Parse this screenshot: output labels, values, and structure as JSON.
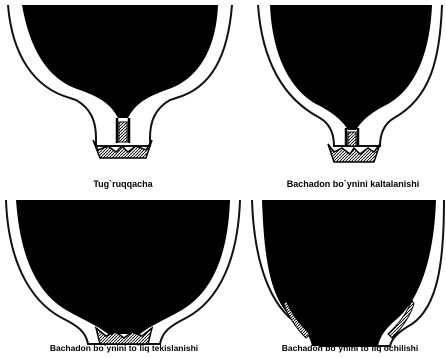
{
  "panels": [
    {
      "caption": "Tug`ruqqacha"
    },
    {
      "caption": "Bachadon bo`ynini kaltalanishi"
    },
    {
      "caption": "Bachadon bo`ynini to`liq tekislanishi"
    },
    {
      "caption": "Bachadon bo`ynini to`liq ochilishi"
    }
  ],
  "colors": {
    "uterus_fill": "#000000",
    "background": "#ffffff",
    "outline": "#111111"
  }
}
